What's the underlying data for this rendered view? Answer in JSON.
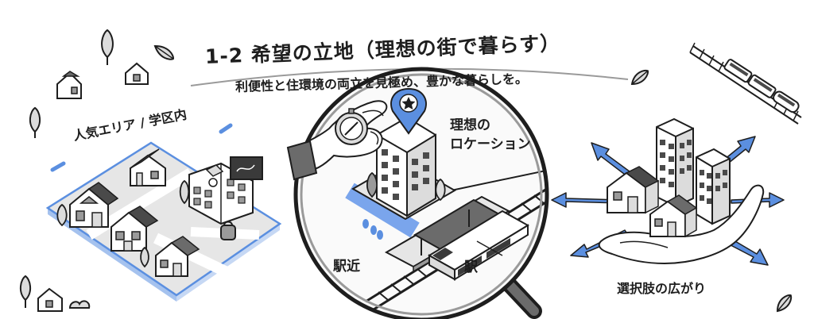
{
  "header": {
    "title": "1-2 希望の立地（理想の街で暮らす）",
    "subtitle": "利便性と住環境の両立を見極め、豊かな暮らしを。"
  },
  "panels": {
    "popular_area": {
      "label": "人気エリア / 学区内"
    },
    "location": {
      "label_line1": "理想の",
      "label_line2": "ロケーション",
      "near_station": "駅近",
      "station": "駅"
    },
    "choices": {
      "label": "選択肢の広がり"
    }
  },
  "colors": {
    "accent_blue": "#5b8fe0",
    "area_fill": "#eaf1fc",
    "line": "#1e1e1e",
    "roof_dark": "#4a4a4a"
  }
}
